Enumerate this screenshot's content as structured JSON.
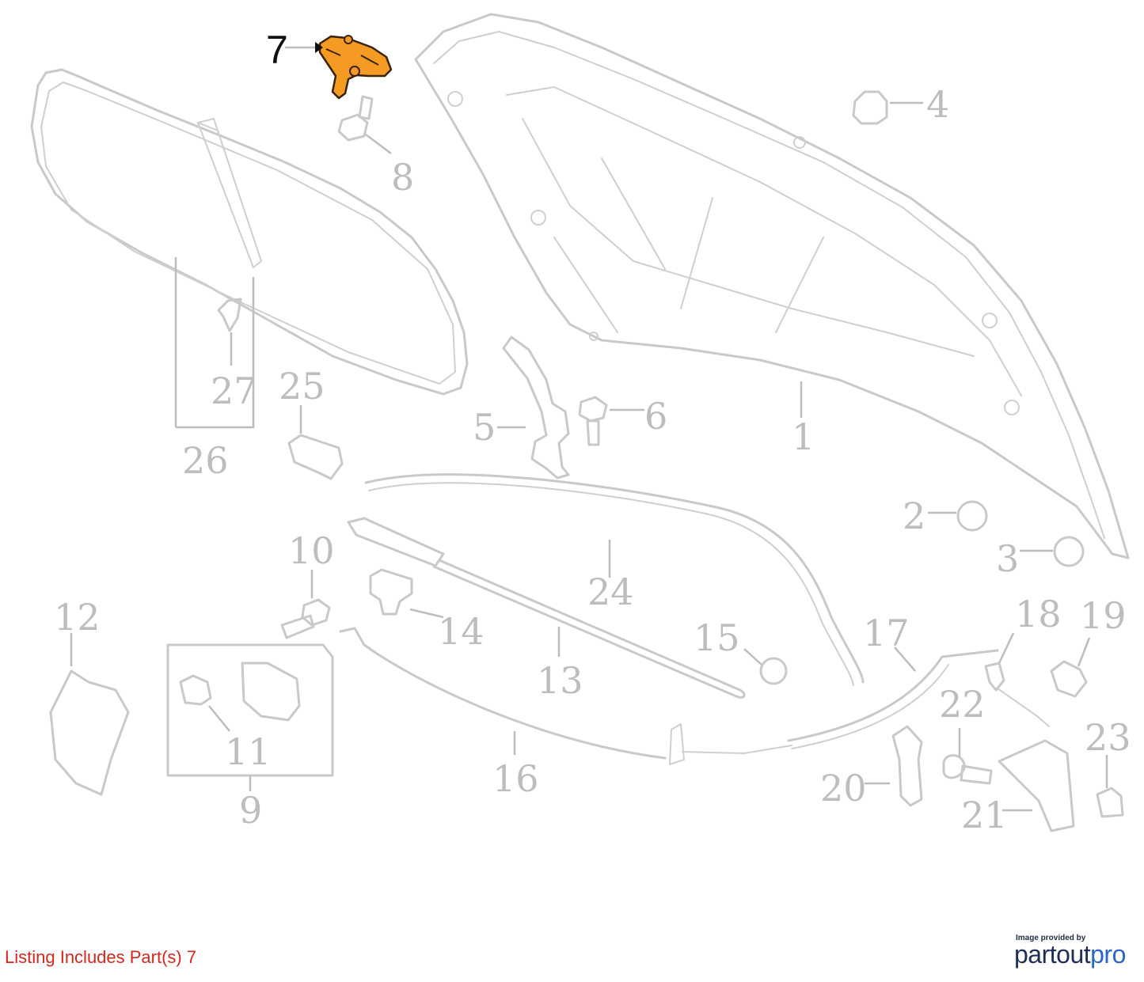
{
  "diagram": {
    "highlighted_part": "7",
    "callouts": [
      "1",
      "2",
      "3",
      "4",
      "5",
      "6",
      "7",
      "8",
      "9",
      "10",
      "11",
      "12",
      "13",
      "14",
      "15",
      "16",
      "17",
      "18",
      "19",
      "20",
      "21",
      "22",
      "23",
      "24",
      "25",
      "26",
      "27"
    ]
  },
  "caption": "Listing Includes Part(s) 7",
  "credit": {
    "provided_by": "Image provided by",
    "brand_part1": "partout",
    "brand_part2": "pro"
  },
  "colors": {
    "highlight": "#f59a23",
    "caption": "#d8261c",
    "line_art": "#c9c9c9",
    "brand_dark": "#1f2e57",
    "brand_blue": "#2b66c4"
  }
}
